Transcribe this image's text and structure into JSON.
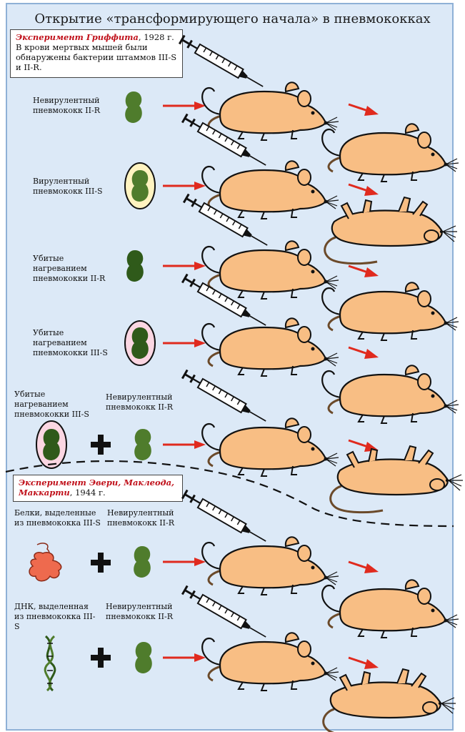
{
  "title": "Открытие «трансформирующего начала» в пневмококках",
  "griffith": {
    "name": "Эксперимент Гриффита",
    "year": ", 1928 г.",
    "text": "В крови мертвых мышей были обнаружены бактерии штаммов III-S и II-R."
  },
  "avery": {
    "name": "Эксперимент Эвери, Маклеода, Маккарти",
    "year": ", 1944 г."
  },
  "rows": [
    {
      "label": "Невирулентный пневмококк II-R",
      "result": "alive"
    },
    {
      "label": "Вирулентный пневмококк III-S",
      "result": "dead"
    },
    {
      "label": "Убитые нагреванием пневмококки II-R",
      "result": "alive"
    },
    {
      "label": "Убитые нагреванием пневмококки III-S",
      "result": "alive"
    },
    {
      "label": "Убитые нагреванием пневмококки III-S",
      "label2": "Невирулентный пневмококк II-R",
      "result": "dead"
    },
    {
      "label": "Белки, выделенные из пневмококка III-S",
      "label2": "Невирулентный пневмококк II-R",
      "result": "alive"
    },
    {
      "label": "ДНК, выделенная из пневмококка III-S",
      "label2": "Невирулентный пневмококк II-R",
      "result": "dead"
    }
  ],
  "colors": {
    "mouse": "#f8be84",
    "bacterium_green": "#4f7c2c",
    "dark_green": "#2f5a1a",
    "capsule_yellow": "#fff3c0",
    "capsule_pink": "#fbd6e2",
    "protein": "#ee6a4e",
    "arrow": "#e02a1e",
    "experiment_name": "#c0101a"
  }
}
